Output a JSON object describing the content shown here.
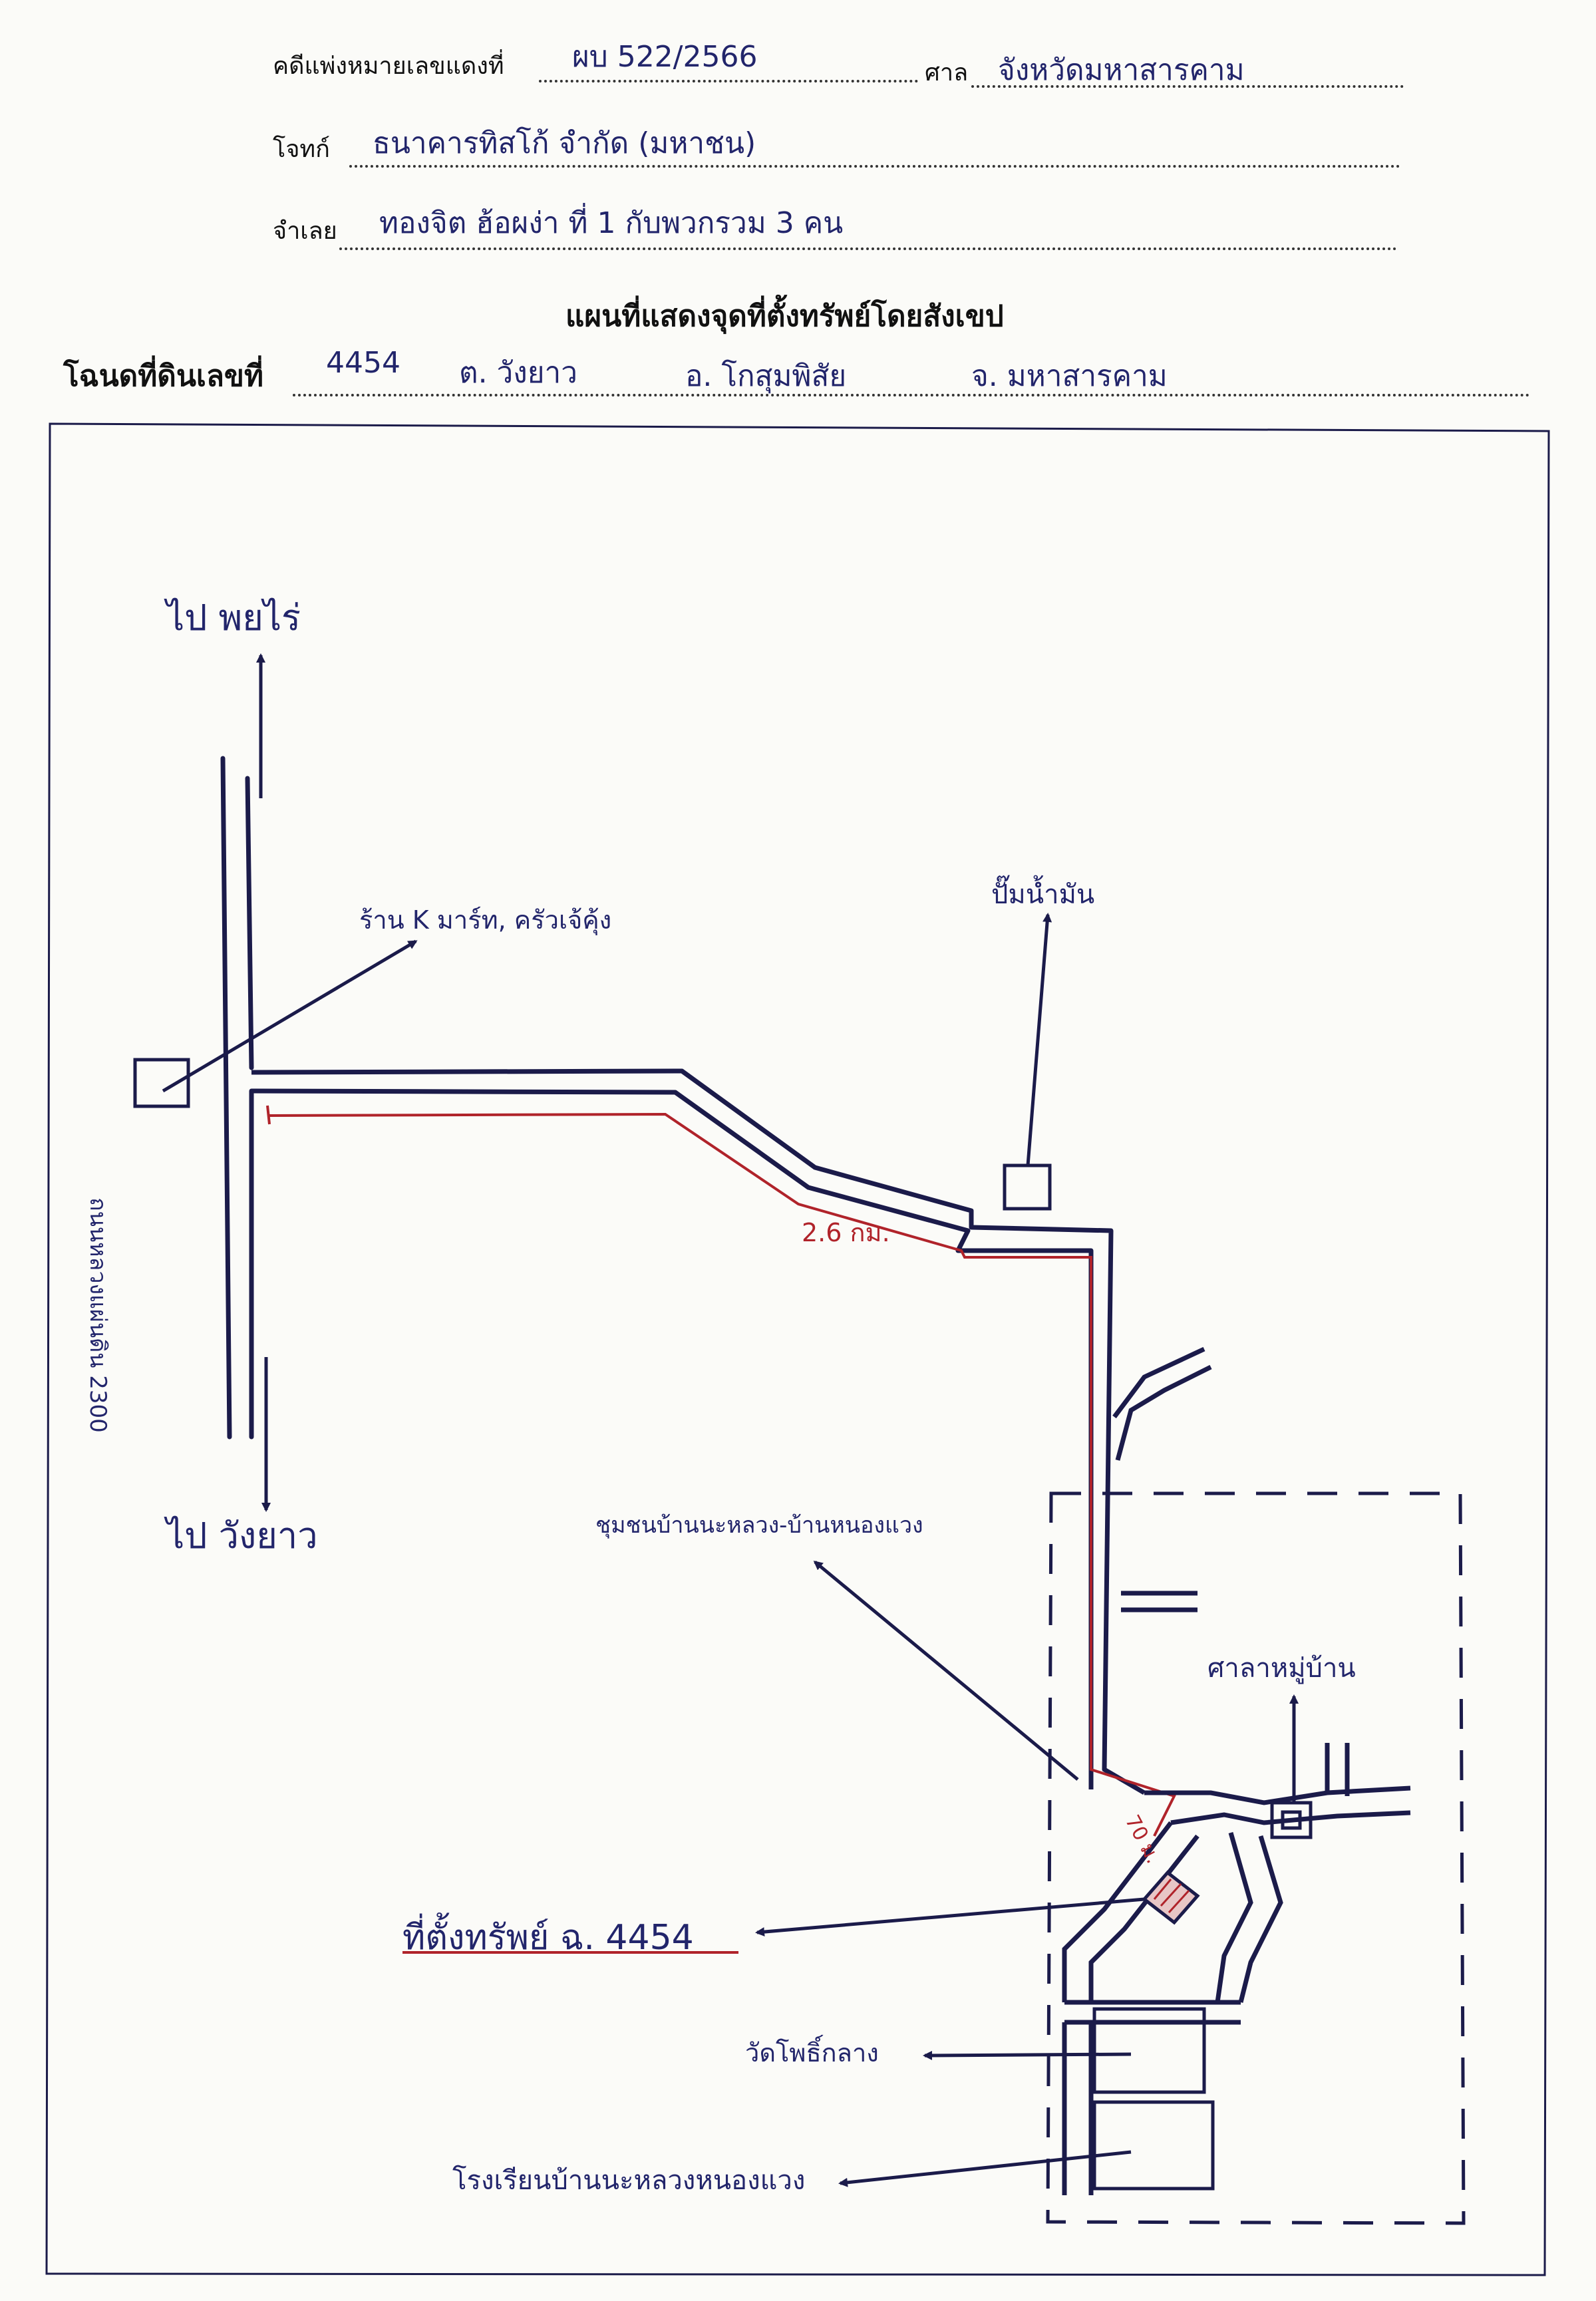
{
  "header": {
    "case_label": "คดีแพ่งหมายเลขแดงที่",
    "case_number": "ผบ 522/2566",
    "court_label": "ศาล",
    "court_name": "จังหวัดมหาสารคาม",
    "plaintiff_label": "โจทก์",
    "plaintiff_name": "ธนาคารทิสโก้ จำกัด (มหาชน)",
    "defendant_label": "จำเลย",
    "defendant_name": "ทองจิต ฮ้อผง่า ที่ 1 กับพวกรวม 3 คน",
    "map_title": "แผนที่แสดงจุดที่ตั้งทรัพย์โดยสังเขป",
    "deed_label": "โฉนดที่ดินเลขที่",
    "deed_number": "4454",
    "deed_tambon": "ต. วังยาว",
    "deed_amphoe": "อ. โกสุมพิสัย",
    "deed_province": "จ. มหาสารคาม"
  },
  "map": {
    "to_north": "ไป พยไร่",
    "to_south": "ไป วังยาว",
    "highway_label": "ถนนหลวงแผ่นดิน 2300",
    "shop_label": "ร้าน K มาร์ท, ครัวเจ้คุ้ง",
    "gas_label": "ปั๊มน้ำมัน",
    "distance_km": "2.6 กม.",
    "distance_m": "70 ม.",
    "community_label": "ชุมชนบ้านนะหลวง-บ้านหนองแวง",
    "hall_label": "ศาลาหมู่บ้าน",
    "property_label": "ที่ตั้งทรัพย์ ฉ. 4454",
    "temple_label": "วัดโพธิ์กลาง",
    "school_label": "โรงเรียนบ้านนะหลวงหนองแวง"
  },
  "colors": {
    "ink": "#1b1b4a",
    "route": "#b0232a",
    "paper": "#fbfbf8"
  }
}
